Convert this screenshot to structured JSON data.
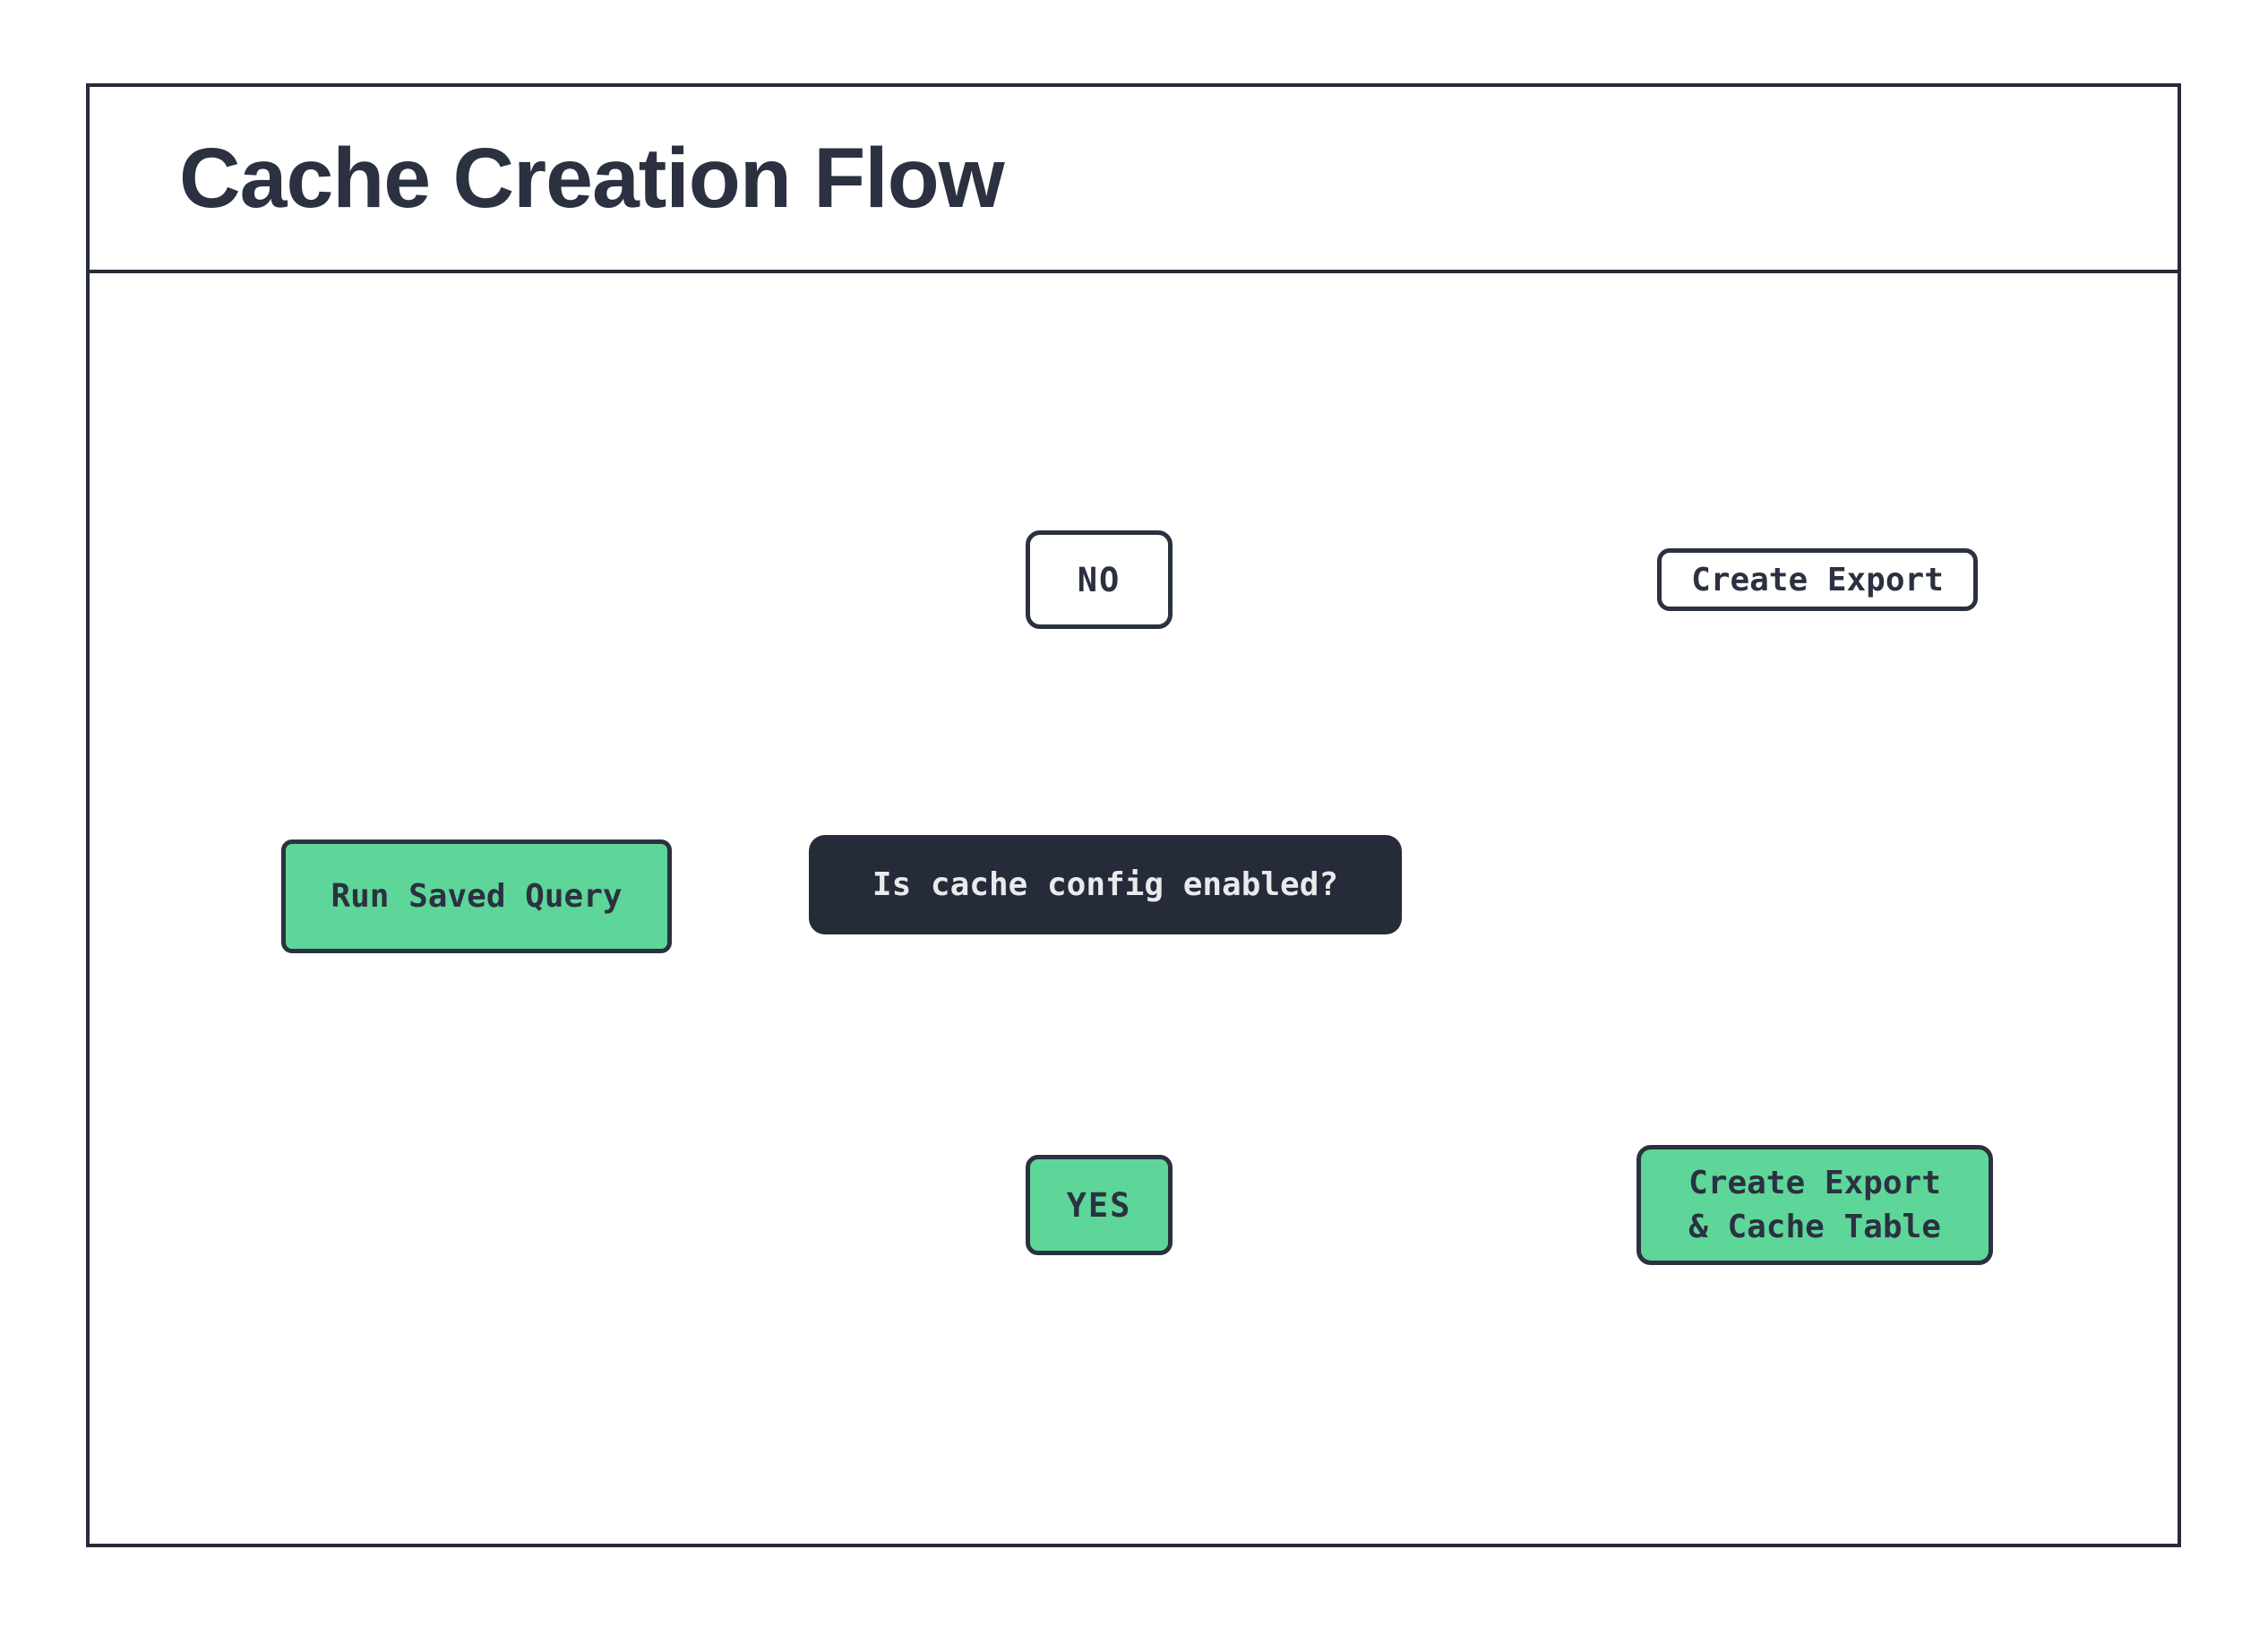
{
  "title": "Cache Creation Flow",
  "colors": {
    "accent_green": "#5ED699",
    "dark_navy": "#262B3A",
    "stroke_ink": "#2B3140",
    "connector_black": "#111111",
    "light_text": "#E9EAEC",
    "background": "#FFFFFF"
  },
  "nodes": {
    "run_saved_query": {
      "label": "Run Saved Query",
      "type": "process",
      "style": "green"
    },
    "decision": {
      "label": "Is cache config enabled?",
      "type": "decision",
      "style": "dark"
    },
    "branch_no": {
      "label": "NO",
      "type": "branch",
      "style": "white"
    },
    "branch_yes": {
      "label": "YES",
      "type": "branch",
      "style": "green"
    },
    "create_export": {
      "label": "Create Export",
      "type": "database-label",
      "style": "white"
    },
    "create_export_cache": {
      "label": "Create Export\n& Cache Table",
      "type": "database-label",
      "style": "green"
    }
  },
  "flow": {
    "edges": [
      {
        "from": "run_saved_query",
        "to": "decision"
      },
      {
        "from": "decision",
        "to": "branch_no"
      },
      {
        "from": "decision",
        "to": "branch_yes"
      },
      {
        "from": "branch_no",
        "to": "create_export_database"
      },
      {
        "from": "branch_yes",
        "to": "create_export_cache_database"
      }
    ],
    "databases": [
      {
        "id": "create_export_database",
        "label_ref": "create_export"
      },
      {
        "id": "create_export_cache_database",
        "label_ref": "create_export_cache"
      }
    ]
  }
}
